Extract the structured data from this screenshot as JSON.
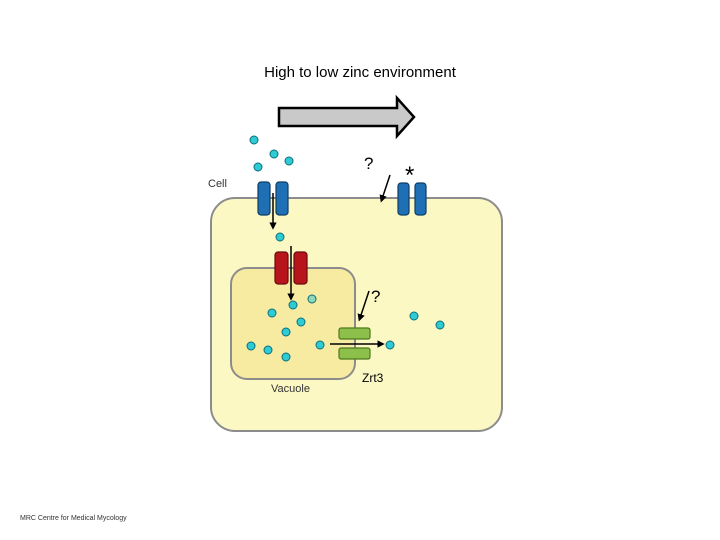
{
  "title": "High to low zinc environment",
  "labels": {
    "cell": "Cell",
    "vacuole": "Vacuole",
    "zrt3": "Zrt3",
    "unknown_upper": "?",
    "unknown_lower": "?",
    "asterisk": "*"
  },
  "footer": "MRC Centre for Medical Mycology",
  "colors": {
    "cell_fill": "#fcf8c4",
    "vacuole_fill": "#f7eba2",
    "membrane_stroke": "#8c8c8c",
    "zinc_ion": "#2ecbd5",
    "plasma_transporter": "#1f6fb4",
    "vacuole_influx_transporter": "#b8141c",
    "zrt3_transporter": "#8cc04a",
    "arrow_fill": "#c9c9c9"
  }
}
